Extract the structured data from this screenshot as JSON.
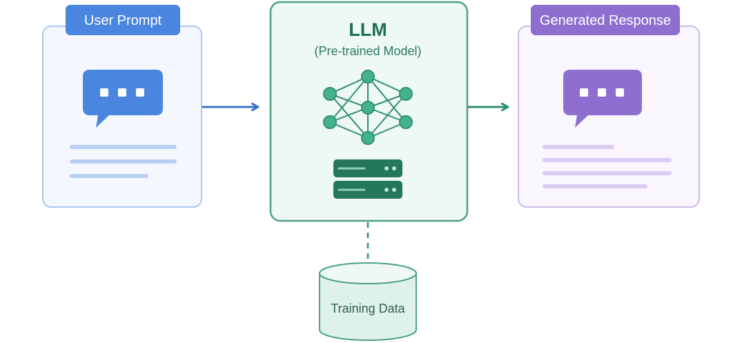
{
  "input_node": {
    "tag_label": "User Prompt"
  },
  "model_node": {
    "title": "LLM",
    "subtitle": "(Pre-trained Model)"
  },
  "output_node": {
    "tag_label": "Generated Response"
  },
  "data_node": {
    "label": "Training Data"
  },
  "colors": {
    "blue_accent": "#4a86e0",
    "blue_border": "#a9c7ef",
    "blue_fill": "#f4f8fe",
    "blue_lines": "#b8d0f3",
    "green_accent": "#2f8f6f",
    "green_border": "#4f9f83",
    "green_fill": "#eef8f5",
    "green_node": "#43b48a",
    "green_server": "#24765d",
    "purple_accent": "#8e6fd0",
    "purple_border": "#cdb9ea",
    "purple_fill": "#f9f6fe",
    "purple_lines": "#d9cdf3",
    "arrow_blue": "#3b73c8",
    "arrow_green": "#2f8f6f"
  }
}
